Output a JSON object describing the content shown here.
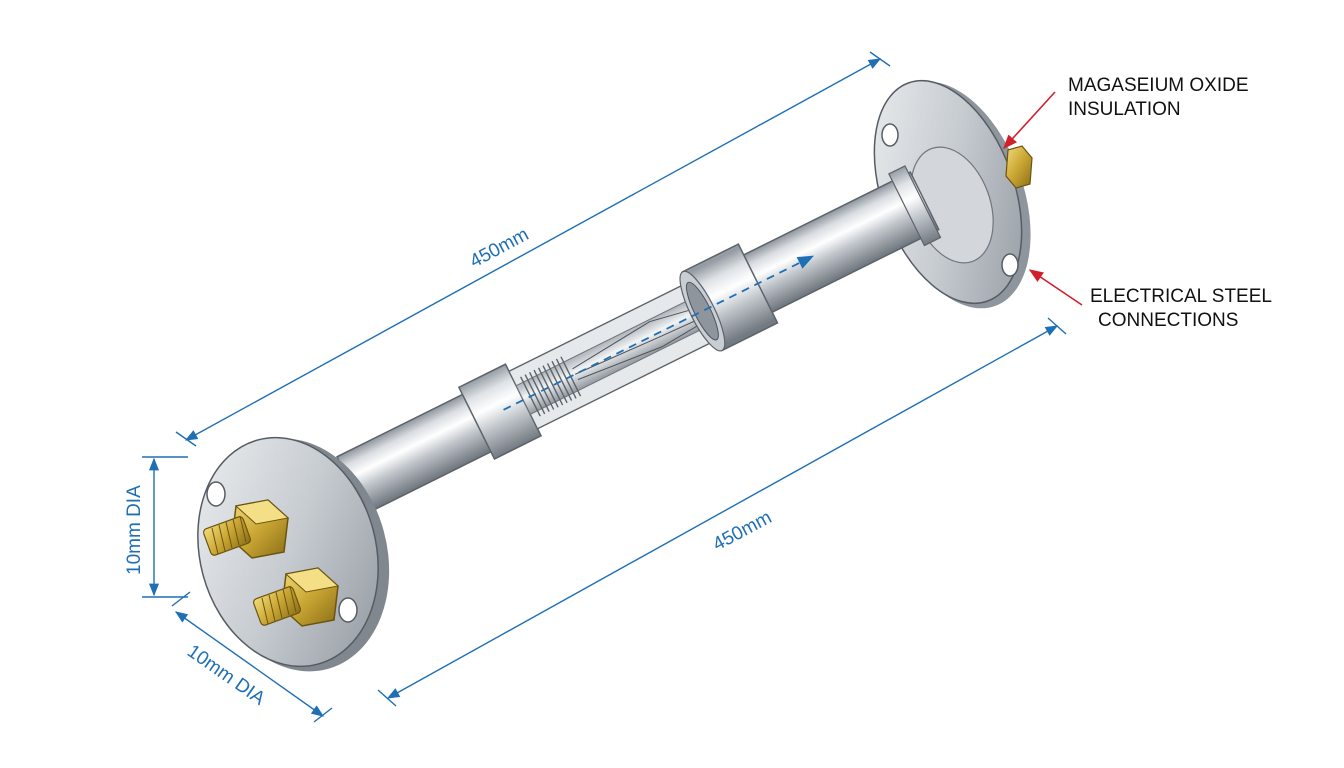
{
  "dimensions": {
    "top_length": "450mm",
    "bottom_length": "450mm",
    "diameter_vertical": "10mm DIA",
    "diameter_diagonal": "10mm DIA"
  },
  "callouts": {
    "insulation": {
      "line1": "MAGASEIUM OXIDE",
      "line2": "INSULATION"
    },
    "connections": {
      "line1": "ELECTRICAL STEEL",
      "line2": "CONNECTIONS"
    }
  },
  "colors": {
    "dimension": "#1f6fb5",
    "callout_arrow": "#d0202a",
    "steel": "#b9bec4",
    "brass": "#c9a633"
  }
}
